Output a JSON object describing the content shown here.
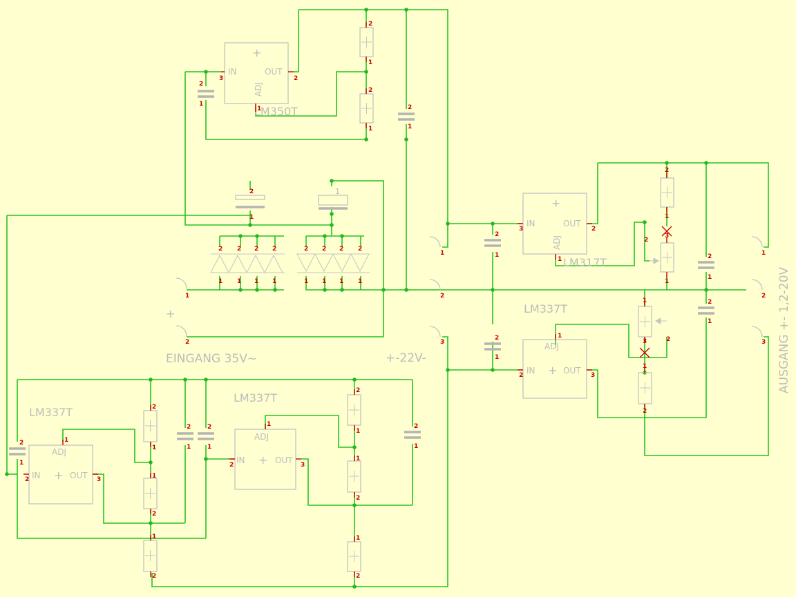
{
  "regulators": {
    "lm350": {
      "name": "LM350T",
      "in": "IN",
      "out": "OUT",
      "adj": "ADJ",
      "plus": "+",
      "pin_in": "3",
      "pin_out": "2",
      "pin_adj": "1"
    },
    "lm317": {
      "name": "LM317T",
      "in": "IN",
      "out": "OUT",
      "adj": "ADJ",
      "plus": "+",
      "pin_in": "3",
      "pin_out": "2",
      "pin_adj": "1"
    },
    "lm337_right": {
      "name": "LM337T",
      "in": "IN",
      "out": "OUT",
      "adj": "ADJ",
      "plus": "+",
      "pin_in": "2",
      "pin_out": "3",
      "pin_adj": "1"
    },
    "lm337_left": {
      "name": "LM337T",
      "in": "IN",
      "out": "OUT",
      "adj": "ADJ",
      "plus": "+",
      "pin_in": "2",
      "pin_out": "3",
      "pin_adj": "1"
    },
    "lm337_center": {
      "name": "LM337T",
      "in": "IN",
      "out": "OUT",
      "adj": "ADJ",
      "plus": "+",
      "pin_in": "2",
      "pin_out": "3",
      "pin_adj": "1"
    }
  },
  "labels": {
    "eingang": "EINGANG 35V~",
    "eingang_plus": "+",
    "mid_voltage": "+-22V-",
    "ausgang": "AUSGANG +- 1,2-20V"
  },
  "pins": {
    "one": "1",
    "two": "2",
    "three": "3"
  }
}
